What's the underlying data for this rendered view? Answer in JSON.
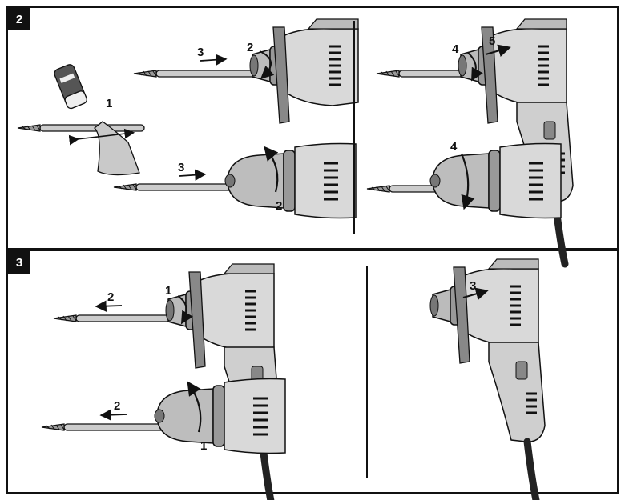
{
  "figures": [
    {
      "number": "2"
    },
    {
      "number": "3"
    }
  ],
  "step_labels": {
    "fig2_grease": "1",
    "fig2_top_chuck": "2",
    "fig2_top_insert": "3",
    "fig2_bottom_insert": "3",
    "fig2_bottom_chuck": "2",
    "fig2_right_lock": "4",
    "fig2_right_pull": "5",
    "fig2_right_chuck": "4",
    "fig3_top_chuck": "1",
    "fig3_top_remove": "2",
    "fig3_bottom_remove": "2",
    "fig3_bottom_chuck": "1",
    "fig3_right_push": "3"
  },
  "colors": {
    "line": "#111111",
    "body": "#d9d9d9",
    "shade": "#a8a8a8",
    "dark": "#555555"
  }
}
